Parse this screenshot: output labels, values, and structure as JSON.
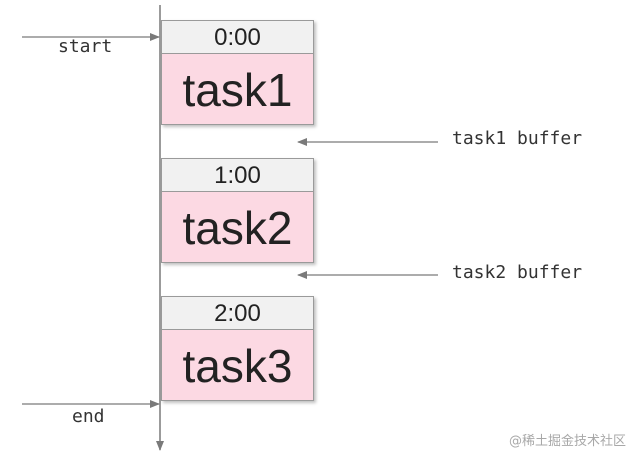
{
  "labels": {
    "start": "start",
    "end": "end"
  },
  "tasks": [
    {
      "time": "0:00",
      "name": "task1"
    },
    {
      "time": "1:00",
      "name": "task2"
    },
    {
      "time": "2:00",
      "name": "task3"
    }
  ],
  "buffers": [
    {
      "label": "task1 buffer"
    },
    {
      "label": "task2 buffer"
    }
  ],
  "watermark": "@稀土掘金技术社区",
  "colors": {
    "task_fill": "#fcd9e3",
    "time_fill": "#f1f1f1",
    "line": "#7a7a7a"
  }
}
